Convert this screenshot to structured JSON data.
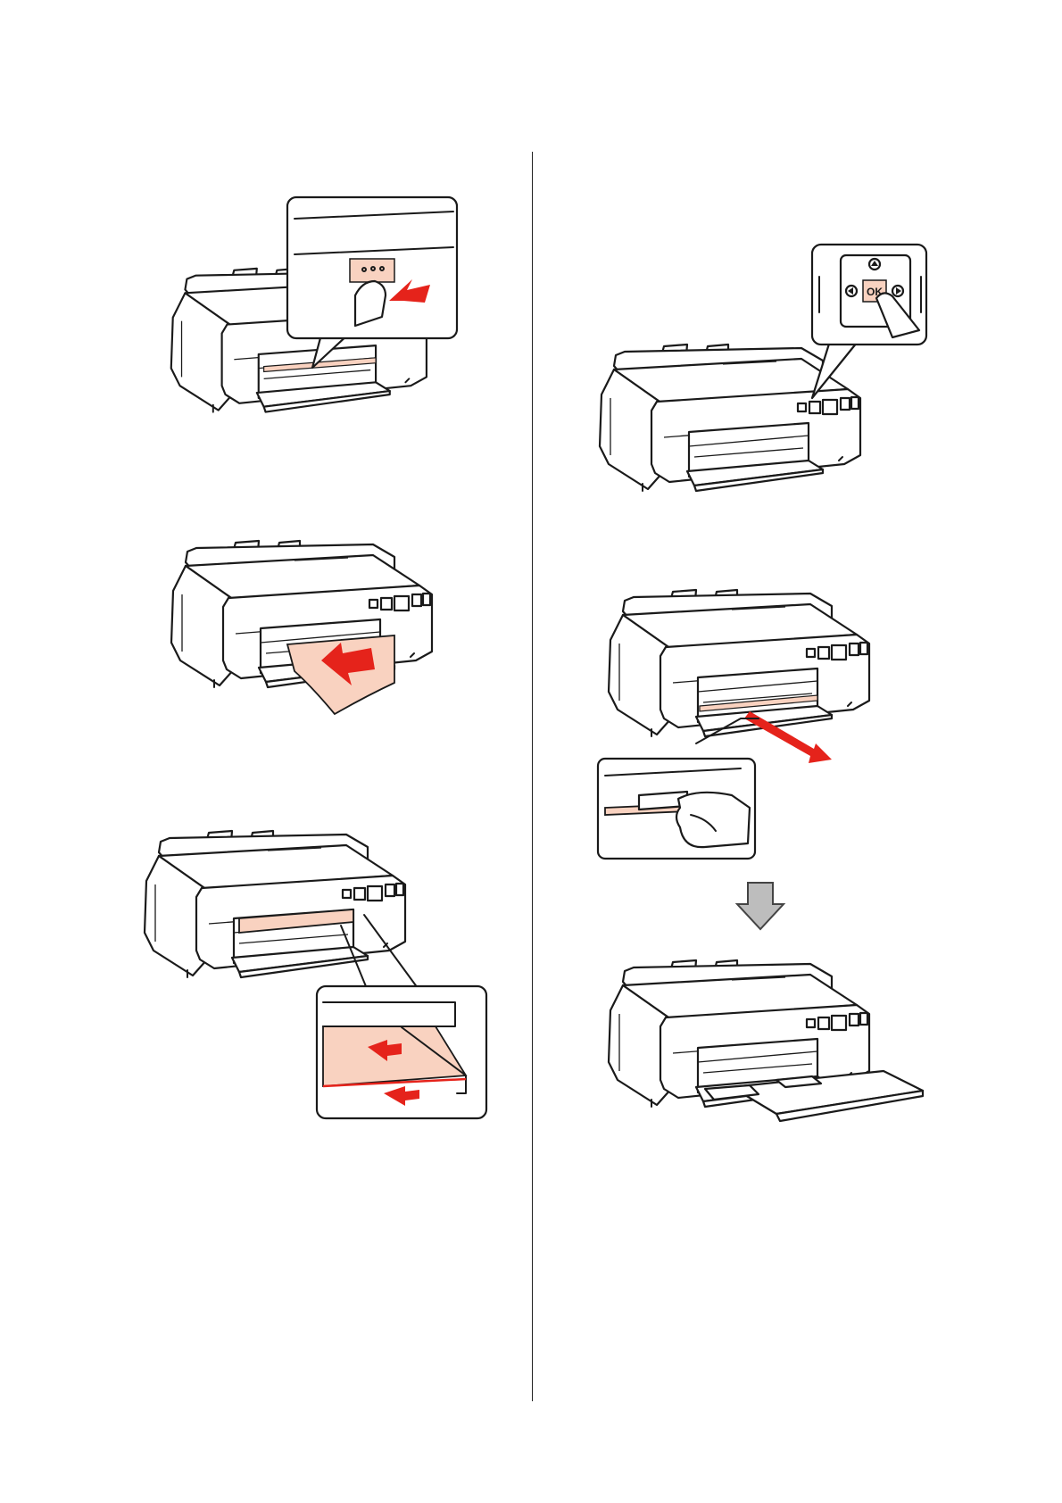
{
  "page": {
    "background": "#ffffff",
    "divider_color": "#222222"
  },
  "colors": {
    "arrow": "#e5231b",
    "paper": "#f9d2c0",
    "line": "#1a1a1a",
    "step_arrow": "#bdbdbd"
  },
  "figures": [
    {
      "id": "fig-press-paper-button",
      "icon": "printer-with-button-callout-icon"
    },
    {
      "id": "fig-insert-paper",
      "icon": "printer-insert-paper-icon"
    },
    {
      "id": "fig-align-paper-guide",
      "icon": "printer-edge-guide-callout-icon"
    },
    {
      "id": "fig-press-ok",
      "icon": "printer-ok-button-callout-icon",
      "ok_label": "OK"
    },
    {
      "id": "fig-remove-paper",
      "icon": "printer-remove-paper-callout-icon"
    },
    {
      "id": "fig-next-step-arrow",
      "icon": "down-arrow-icon"
    },
    {
      "id": "fig-printer-final",
      "icon": "printer-trays-open-icon"
    }
  ]
}
